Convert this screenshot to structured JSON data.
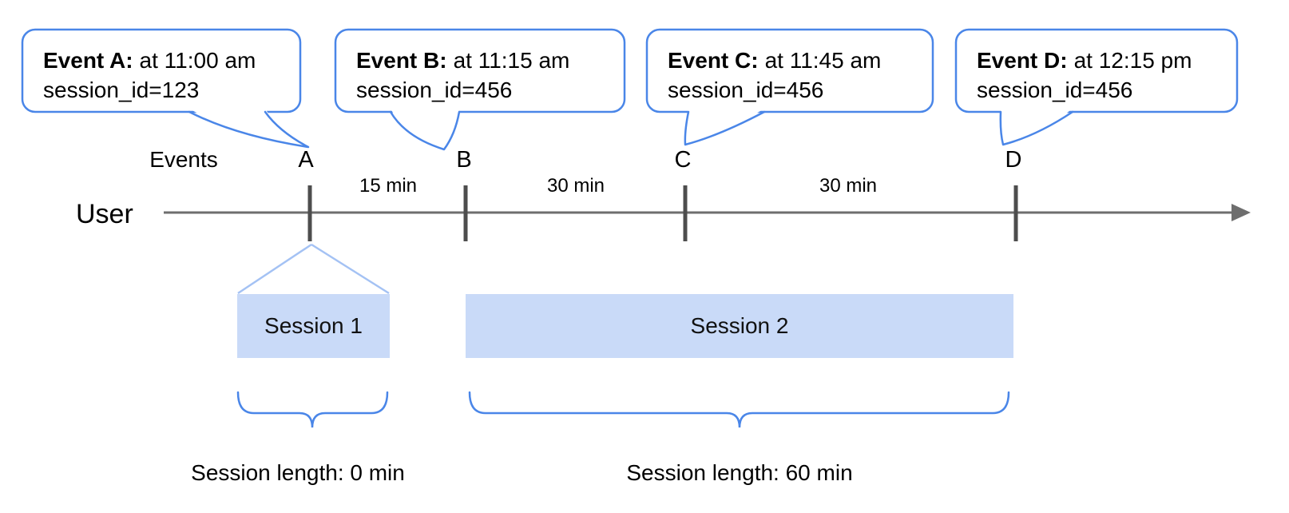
{
  "timeline": {
    "axis_label": "User",
    "events_row_label": "Events"
  },
  "bubbles": [
    {
      "title": "Event A:",
      "time": "at 11:00 am",
      "session": "session_id=123",
      "marker": "A"
    },
    {
      "title": "Event B:",
      "time": "at 11:15 am",
      "session": "session_id=456",
      "marker": "B"
    },
    {
      "title": "Event C:",
      "time": "at 11:45 am",
      "session": "session_id=456",
      "marker": "C"
    },
    {
      "title": "Event D:",
      "time": "at 12:15 pm",
      "session": "session_id=456",
      "marker": "D"
    }
  ],
  "intervals": [
    {
      "label": "15 min"
    },
    {
      "label": "30 min"
    },
    {
      "label": "30 min"
    }
  ],
  "sessions": [
    {
      "label": "Session 1",
      "length_label": "Session length: 0 min"
    },
    {
      "label": "Session 2",
      "length_label": "Session length: 60 min"
    }
  ],
  "colors": {
    "accent_blue": "#4a86e8",
    "light_blue_line": "#a4c2f4",
    "session_fill": "#c9daf8",
    "timeline_gray": "#6e6e6e",
    "tick_gray": "#4d4d4d",
    "text_black": "#000000"
  }
}
